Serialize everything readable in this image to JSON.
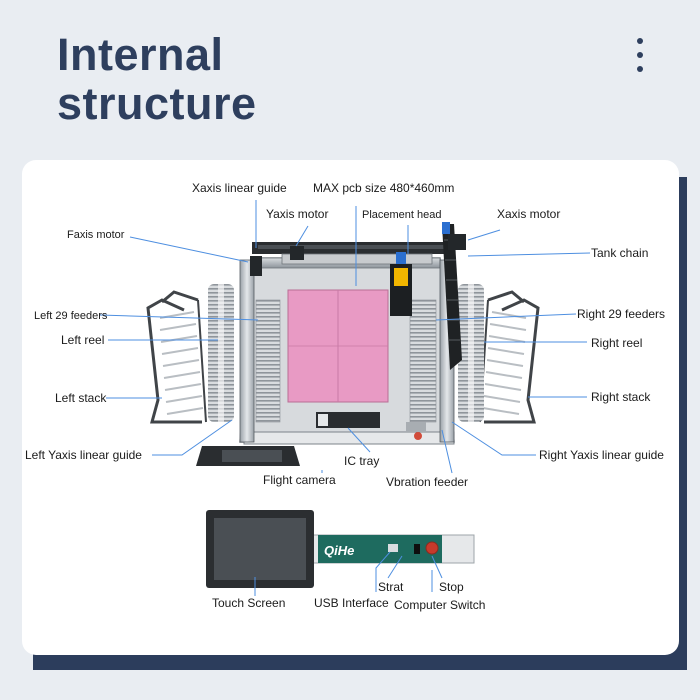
{
  "header": {
    "title_line1": "Internal",
    "title_line2": "structure",
    "menu_icon": "vertical-dots-icon"
  },
  "brand": {
    "logo_text": "QiHe",
    "accent_color": "#2e3f5e",
    "bed_color": "#e89ac4",
    "panel_color": "#1e6b5f"
  },
  "labels": {
    "xaxis_linear_guide": "Xaxis linear guide",
    "max_pcb_size": "MAX pcb size 480*460mm",
    "yaxis_motor": "Yaxis motor",
    "placement_head": "Placement head",
    "xaxis_motor": "Xaxis motor",
    "faxis_motor": "Faxis motor",
    "tank_chain": "Tank chain",
    "left_29_feeders": "Left 29 feeders",
    "right_29_feeders": "Right 29 feeders",
    "left_reel": "Left reel",
    "right_reel": "Right reel",
    "left_stack": "Left stack",
    "right_stack": "Right stack",
    "left_yaxis_linear_guide": "Left Yaxis linear guide",
    "right_yaxis_linear_guide": "Right Yaxis linear guide",
    "ic_tray": "IC tray",
    "flight_camera": "Flight camera",
    "vibration_feeder": "Vbration feeder",
    "touch_screen": "Touch Screen",
    "usb_interface": "USB Interface",
    "strat": "Strat",
    "stop": "Stop",
    "computer_switch": "Computer Switch"
  }
}
